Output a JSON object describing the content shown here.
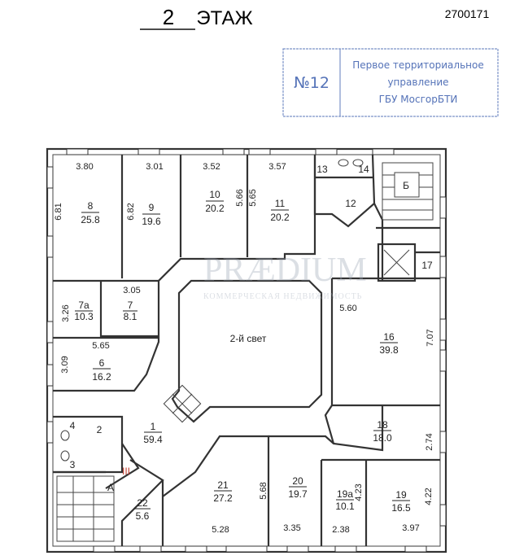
{
  "header": {
    "floor_number": "2",
    "floor_word": "ЭТАЖ",
    "doc_number": "2700171"
  },
  "stamp": {
    "number": "№12",
    "line1": "Первое территориальное",
    "line2": "управление",
    "line3": "ГБУ МосгорБТИ"
  },
  "watermark": {
    "brand": "PRÆDIUM",
    "tagline": "КОММЕРЧЕСКАЯ НЕДВИЖИМОСТЬ"
  },
  "rooms": {
    "r1": {
      "num": "1",
      "area": "59.4"
    },
    "r2": {
      "num": "2"
    },
    "r3": {
      "num": "3"
    },
    "r4": {
      "num": "4"
    },
    "r6": {
      "num": "6",
      "area": "16.2",
      "w": "5.65",
      "h": "3.09"
    },
    "r7": {
      "num": "7",
      "area": "8.1",
      "w": "3.05"
    },
    "r7a": {
      "num": "7а",
      "area": "10.3",
      "h": "3.26"
    },
    "r8": {
      "num": "8",
      "area": "25.8",
      "w": "3.80",
      "h": "6.81"
    },
    "r9": {
      "num": "9",
      "area": "19.6",
      "w": "3.01",
      "h": "6.82"
    },
    "r10": {
      "num": "10",
      "area": "20.2",
      "w": "3.52",
      "h": "5.66"
    },
    "r11": {
      "num": "11",
      "area": "20.2",
      "w": "3.57",
      "h": "5.65"
    },
    "r12": {
      "num": "12"
    },
    "r13": {
      "num": "13"
    },
    "r14": {
      "num": "14"
    },
    "r16": {
      "num": "16",
      "area": "39.8",
      "w": "5.60",
      "h": "7.07"
    },
    "r17": {
      "num": "17"
    },
    "r18": {
      "num": "18",
      "area": "18.0",
      "h": "2.74"
    },
    "r19": {
      "num": "19",
      "area": "16.5",
      "w": "3.97",
      "h": "4.22"
    },
    "r19a": {
      "num": "19а",
      "area": "10.1",
      "w": "2.38",
      "h": "4.23"
    },
    "r20": {
      "num": "20",
      "area": "19.7",
      "w": "3.35"
    },
    "r21": {
      "num": "21",
      "area": "27.2",
      "w": "5.28",
      "h": "5.68"
    },
    "r22": {
      "num": "22",
      "area": "5.6"
    },
    "atrium": "2-й свет",
    "stair_a": "А",
    "stair_b": "Б",
    "entrance": "III"
  }
}
